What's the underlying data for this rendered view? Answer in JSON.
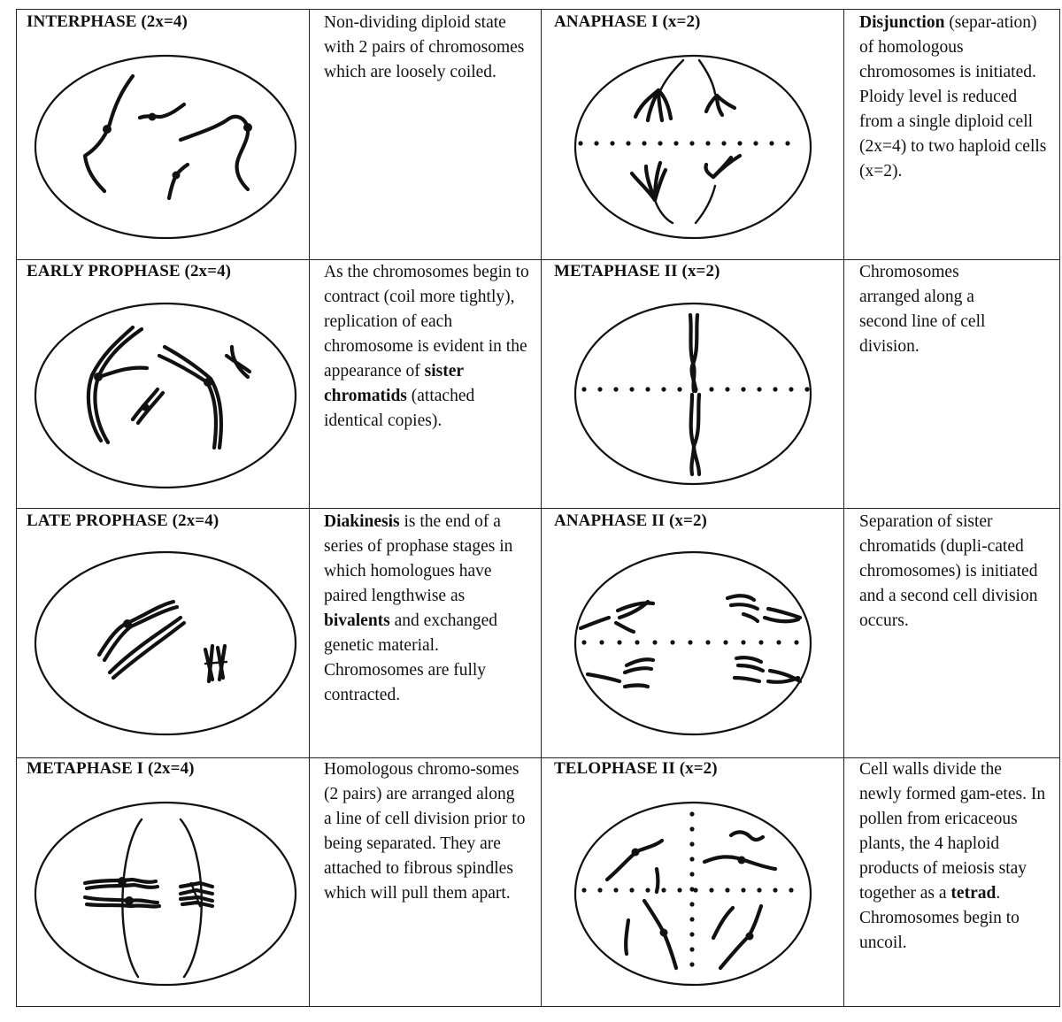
{
  "stages": [
    {
      "id": "interphase",
      "title": "INTERPHASE (2x=4)",
      "desc_parts": [
        {
          "t": "Non-dividing diploid state with 2 pairs of chromosomes which are loosely coiled."
        }
      ]
    },
    {
      "id": "early-prophase",
      "title": "EARLY PROPHASE (2x=4)",
      "desc_parts": [
        {
          "t": "As the chromosomes begin to contract (coil more tightly), replication of each chromosome is evident in the appearance of "
        },
        {
          "t": "sister chromatids",
          "b": true
        },
        {
          "t": " (attached identical copies)."
        }
      ]
    },
    {
      "id": "late-prophase",
      "title": "LATE PROPHASE (2x=4)",
      "desc_parts": [
        {
          "t": "Diakinesis",
          "b": true
        },
        {
          "t": " is the end of a series of prophase stages in which homologues have paired lengthwise as "
        },
        {
          "t": "bivalents",
          "b": true
        },
        {
          "t": " and exchanged genetic material. Chromosomes are fully contracted."
        }
      ]
    },
    {
      "id": "metaphase-i",
      "title": "METAPHASE I (2x=4)",
      "desc_parts": [
        {
          "t": "Homologous chromo-somes (2 pairs) are arranged along a line of cell division prior to being separated. They are attached to fibrous spindles which will pull them apart."
        }
      ]
    },
    {
      "id": "anaphase-i",
      "title": "ANAPHASE I (x=2)",
      "desc_parts": [
        {
          "t": "Disjunction",
          "b": true
        },
        {
          "t": " (separ-ation) of homologous chromosomes is initiated. Ploidy level is reduced from a single diploid cell (2x=4) to two haploid cells (x=2)."
        }
      ]
    },
    {
      "id": "metaphase-ii",
      "title": "METAPHASE II (x=2)",
      "desc_parts": [
        {
          "t": "Chromosomes arranged along a second line of cell division."
        }
      ]
    },
    {
      "id": "anaphase-ii",
      "title": "ANAPHASE II (x=2)",
      "desc_parts": [
        {
          "t": "Separation of sister chromatids (dupli-cated chromosomes) is initiated and a second cell division occurs."
        }
      ]
    },
    {
      "id": "telophase-ii",
      "title": "TELOPHASE II (x=2)",
      "desc_parts": [
        {
          "t": "Cell walls divide the newly formed gam-etes. In pollen from ericaceous plants, the 4 haploid products of meiosis stay together as a "
        },
        {
          "t": "tetrad",
          "b": true
        },
        {
          "t": ". Chromosomes begin to uncoil."
        }
      ]
    }
  ]
}
